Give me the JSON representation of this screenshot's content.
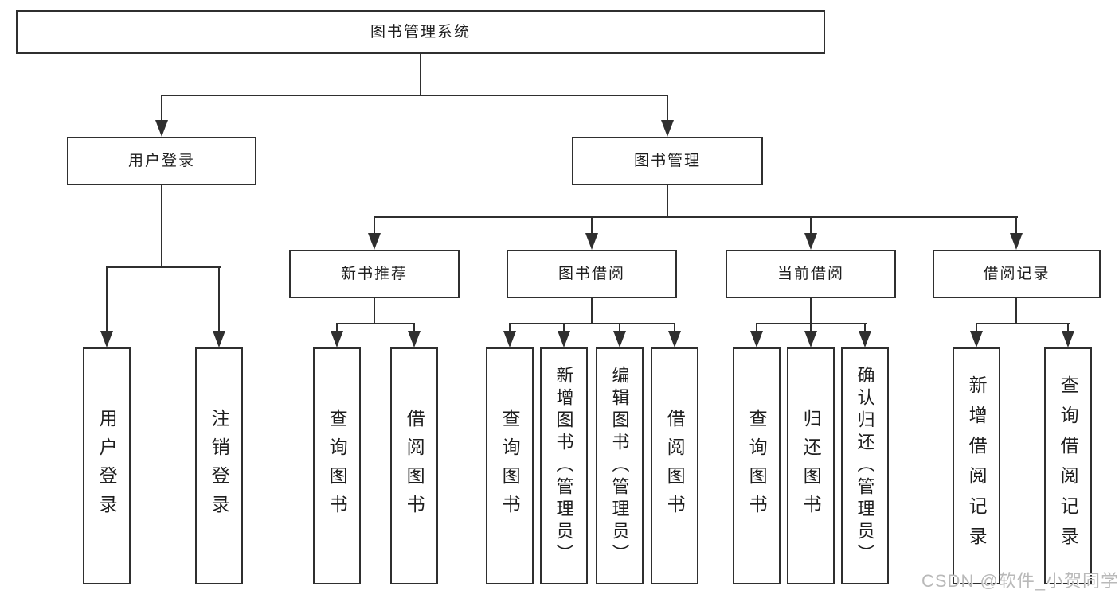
{
  "diagram": {
    "root": {
      "label": "图书管理系统"
    },
    "level2": [
      {
        "label": "用户登录"
      },
      {
        "label": "图书管理"
      }
    ],
    "level3": [
      {
        "label": "新书推荐"
      },
      {
        "label": "图书借阅"
      },
      {
        "label": "当前借阅"
      },
      {
        "label": "借阅记录"
      }
    ],
    "leaves": [
      {
        "label": "用户登录"
      },
      {
        "label": "注销登录"
      },
      {
        "label": "查询图书"
      },
      {
        "label": "借阅图书"
      },
      {
        "label": "查询图书"
      },
      {
        "label": "新增图书（管理员）"
      },
      {
        "label": "编辑图书（管理员）"
      },
      {
        "label": "借阅图书"
      },
      {
        "label": "查询图书"
      },
      {
        "label": "归还图书"
      },
      {
        "label": "确认归还（管理员）"
      },
      {
        "label": "新增借阅记录"
      },
      {
        "label": "查询借阅记录"
      }
    ]
  },
  "watermark": {
    "text": "CSDN @软件_小贺同学"
  },
  "colors": {
    "line": "#2f2f2f",
    "text": "#1e1e1e",
    "background": "#ffffff",
    "box_background": "#ffffff",
    "watermark": "#b9b9b9"
  }
}
